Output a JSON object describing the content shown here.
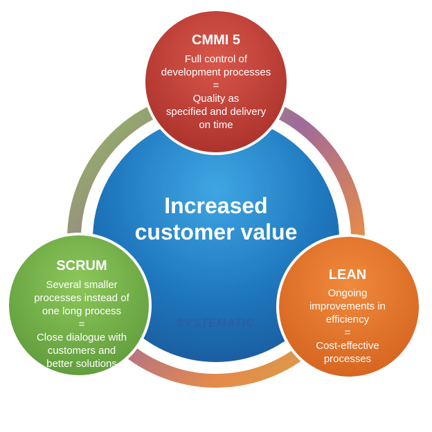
{
  "center": {
    "line1": "Increased",
    "line2": "customer value"
  },
  "watermark": "SYSTEMATIC",
  "nodes": {
    "cmmi": {
      "title": "CMMI 5",
      "lines": [
        "Full control of",
        "development processes",
        "=",
        "Quality as",
        "specified and delivery",
        "on time"
      ]
    },
    "scrum": {
      "title": "SCRUM",
      "lines": [
        "Several smaller",
        "processes instead of",
        "one long process",
        "=",
        "Close dialogue with",
        "customers and",
        "better solutions"
      ]
    },
    "lean": {
      "title": "LEAN",
      "lines": [
        "Ongoing",
        "improvements in",
        "efficiency",
        "=",
        "Cost-effective",
        "processes"
      ]
    }
  },
  "colors": {
    "cmmi": "#c0392f",
    "scrum": "#7cb748",
    "lean": "#e8762a",
    "center": "#1e7fc4"
  }
}
